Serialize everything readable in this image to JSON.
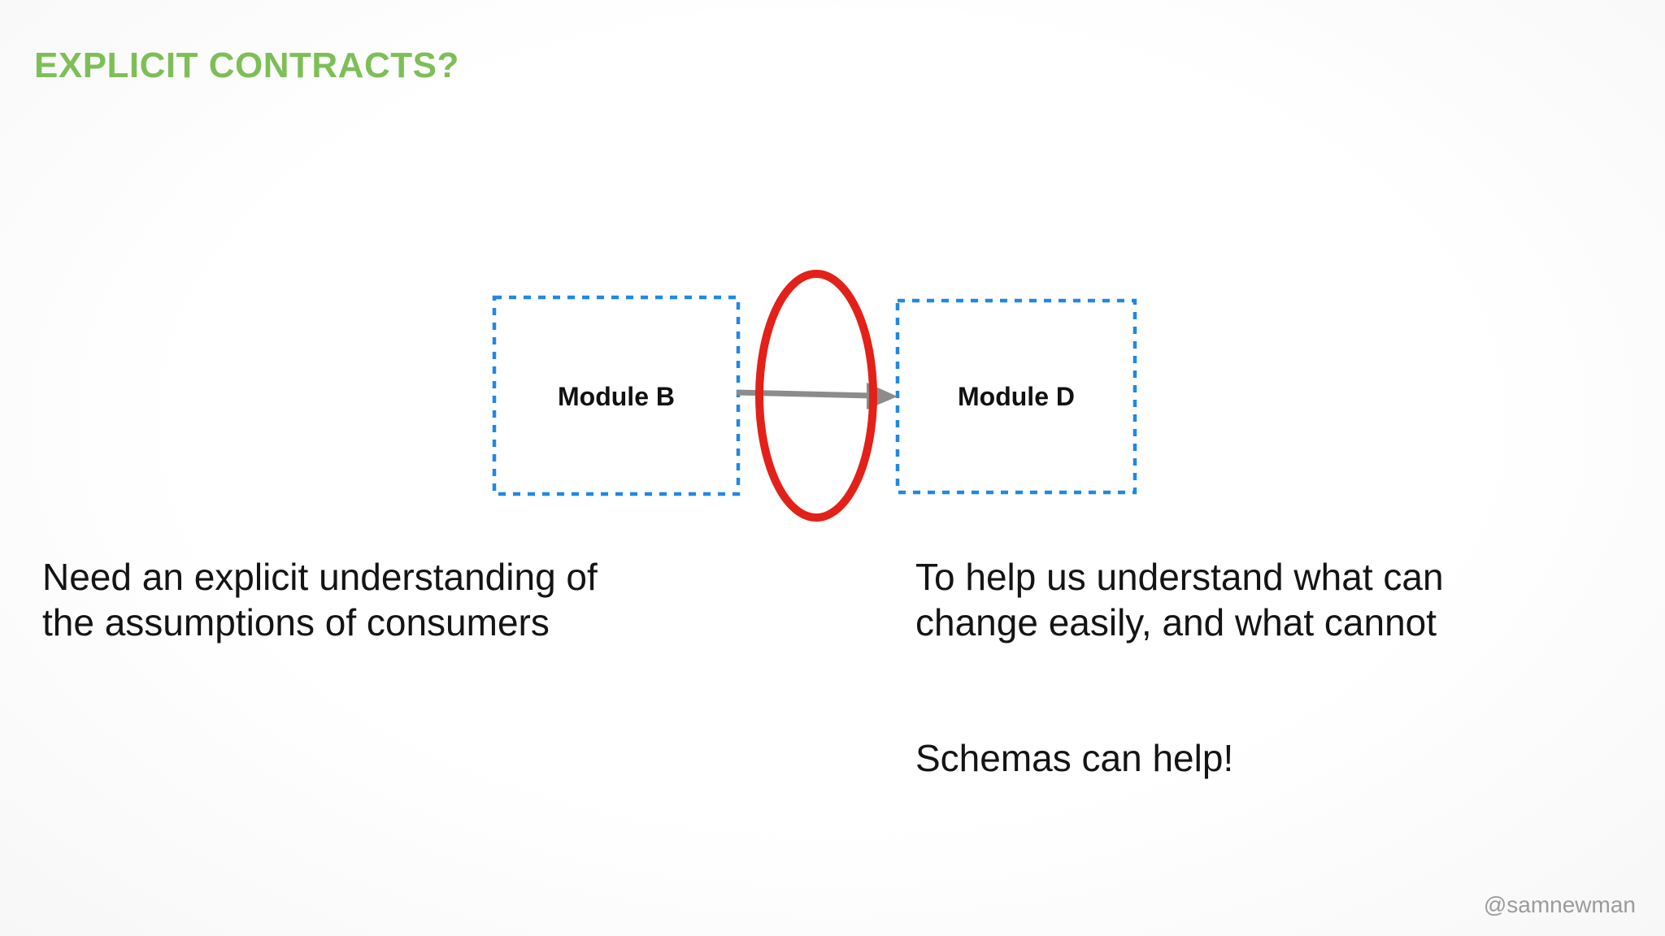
{
  "slide": {
    "title": "EXPLICIT CONTRACTS?",
    "watermark": "@samnewman"
  },
  "diagram": {
    "module_b_label": "Module B",
    "module_d_label": "Module D",
    "arrow": "module-b-to-module-d"
  },
  "notes": {
    "left": {
      "line1": "Need an explicit understanding of",
      "line2": "the assumptions of consumers"
    },
    "right": {
      "line1": "To help us understand what can",
      "line2": "change easily, and what cannot"
    },
    "emphasis": "Schemas can help!"
  },
  "colors": {
    "title_green": "#7DBF57",
    "module_border_blue": "#2088E4",
    "highlight_red": "#E32119",
    "arrow_gray": "#8C8C8C",
    "body_text": "#141414",
    "watermark_gray": "#9B9B9B"
  }
}
